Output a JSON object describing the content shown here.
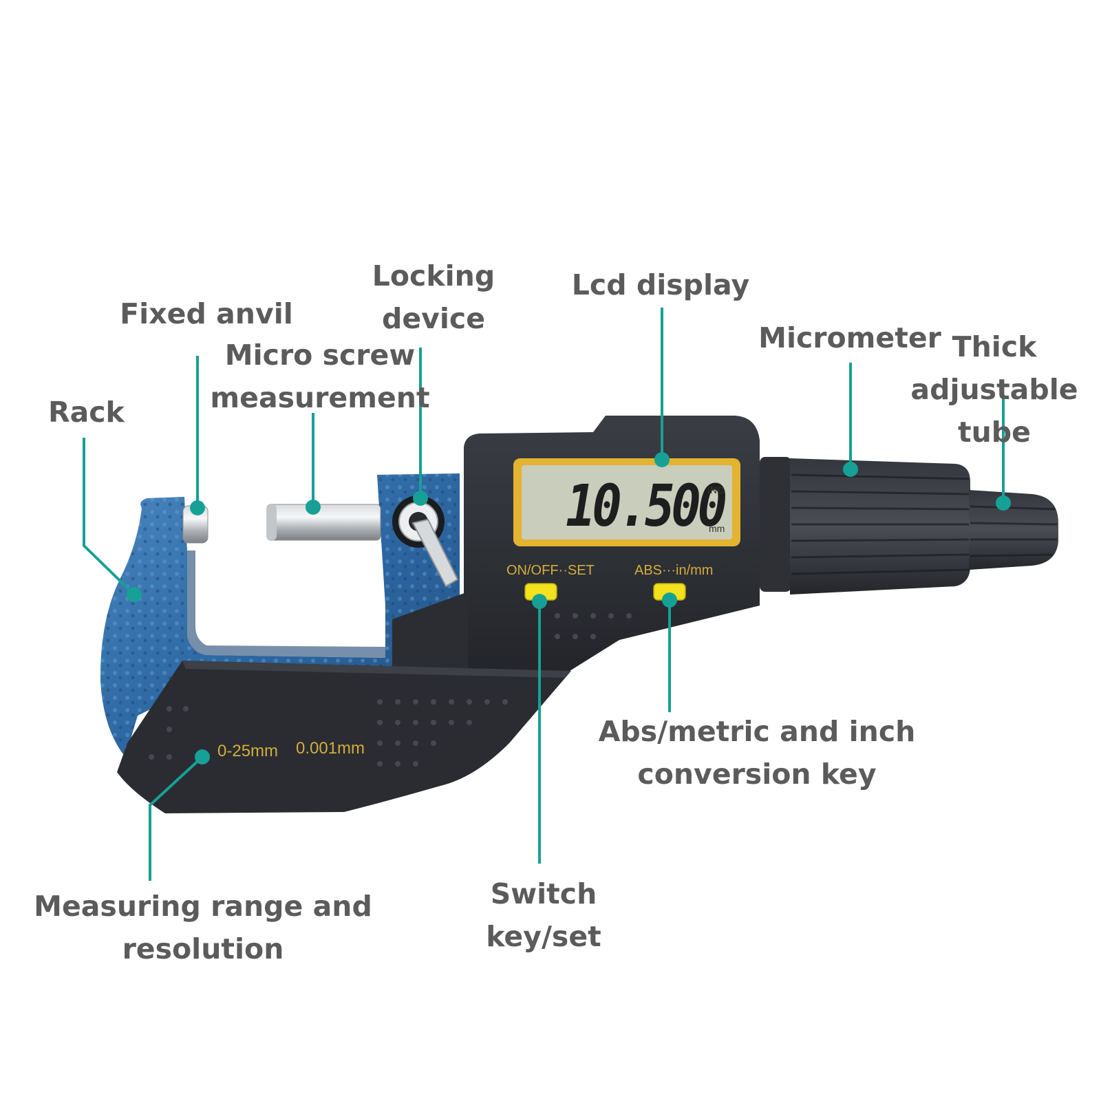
{
  "labels": {
    "locking_device": [
      "Locking",
      "device"
    ],
    "fixed_anvil": "Fixed anvil",
    "micro_screw": [
      "Micro screw",
      "measurement"
    ],
    "rack": "Rack",
    "lcd_display": "Lcd display",
    "micrometer": "Micrometer",
    "thick_tube": [
      "Thick",
      "adjustable",
      "tube"
    ],
    "abs_key": [
      "Abs/metric and inch",
      "conversion key"
    ],
    "measuring_range": [
      "Measuring range and",
      "resolution"
    ],
    "switch_key": [
      "Switch",
      "key/set"
    ]
  },
  "device": {
    "lcd_reading": "10.500",
    "lcd_unit_top": "INC",
    "lcd_unit_bottom": "mm",
    "button_left_label": "ON/OFF··SET",
    "button_right_label": "ABS···in/mm",
    "range_text": "0-25mm",
    "resolution_text": "0.001mm"
  },
  "colors": {
    "leader_line": "#17a096",
    "label_text": "#5b5b5b",
    "frame_blue": "#2f6ea8",
    "body_dark": "#2c2e33",
    "lcd_bezel": "#e3b430",
    "lcd_screen": "#c9cdbb",
    "button_yellow": "#f2e11c",
    "print_gold": "#d2ae3c"
  }
}
